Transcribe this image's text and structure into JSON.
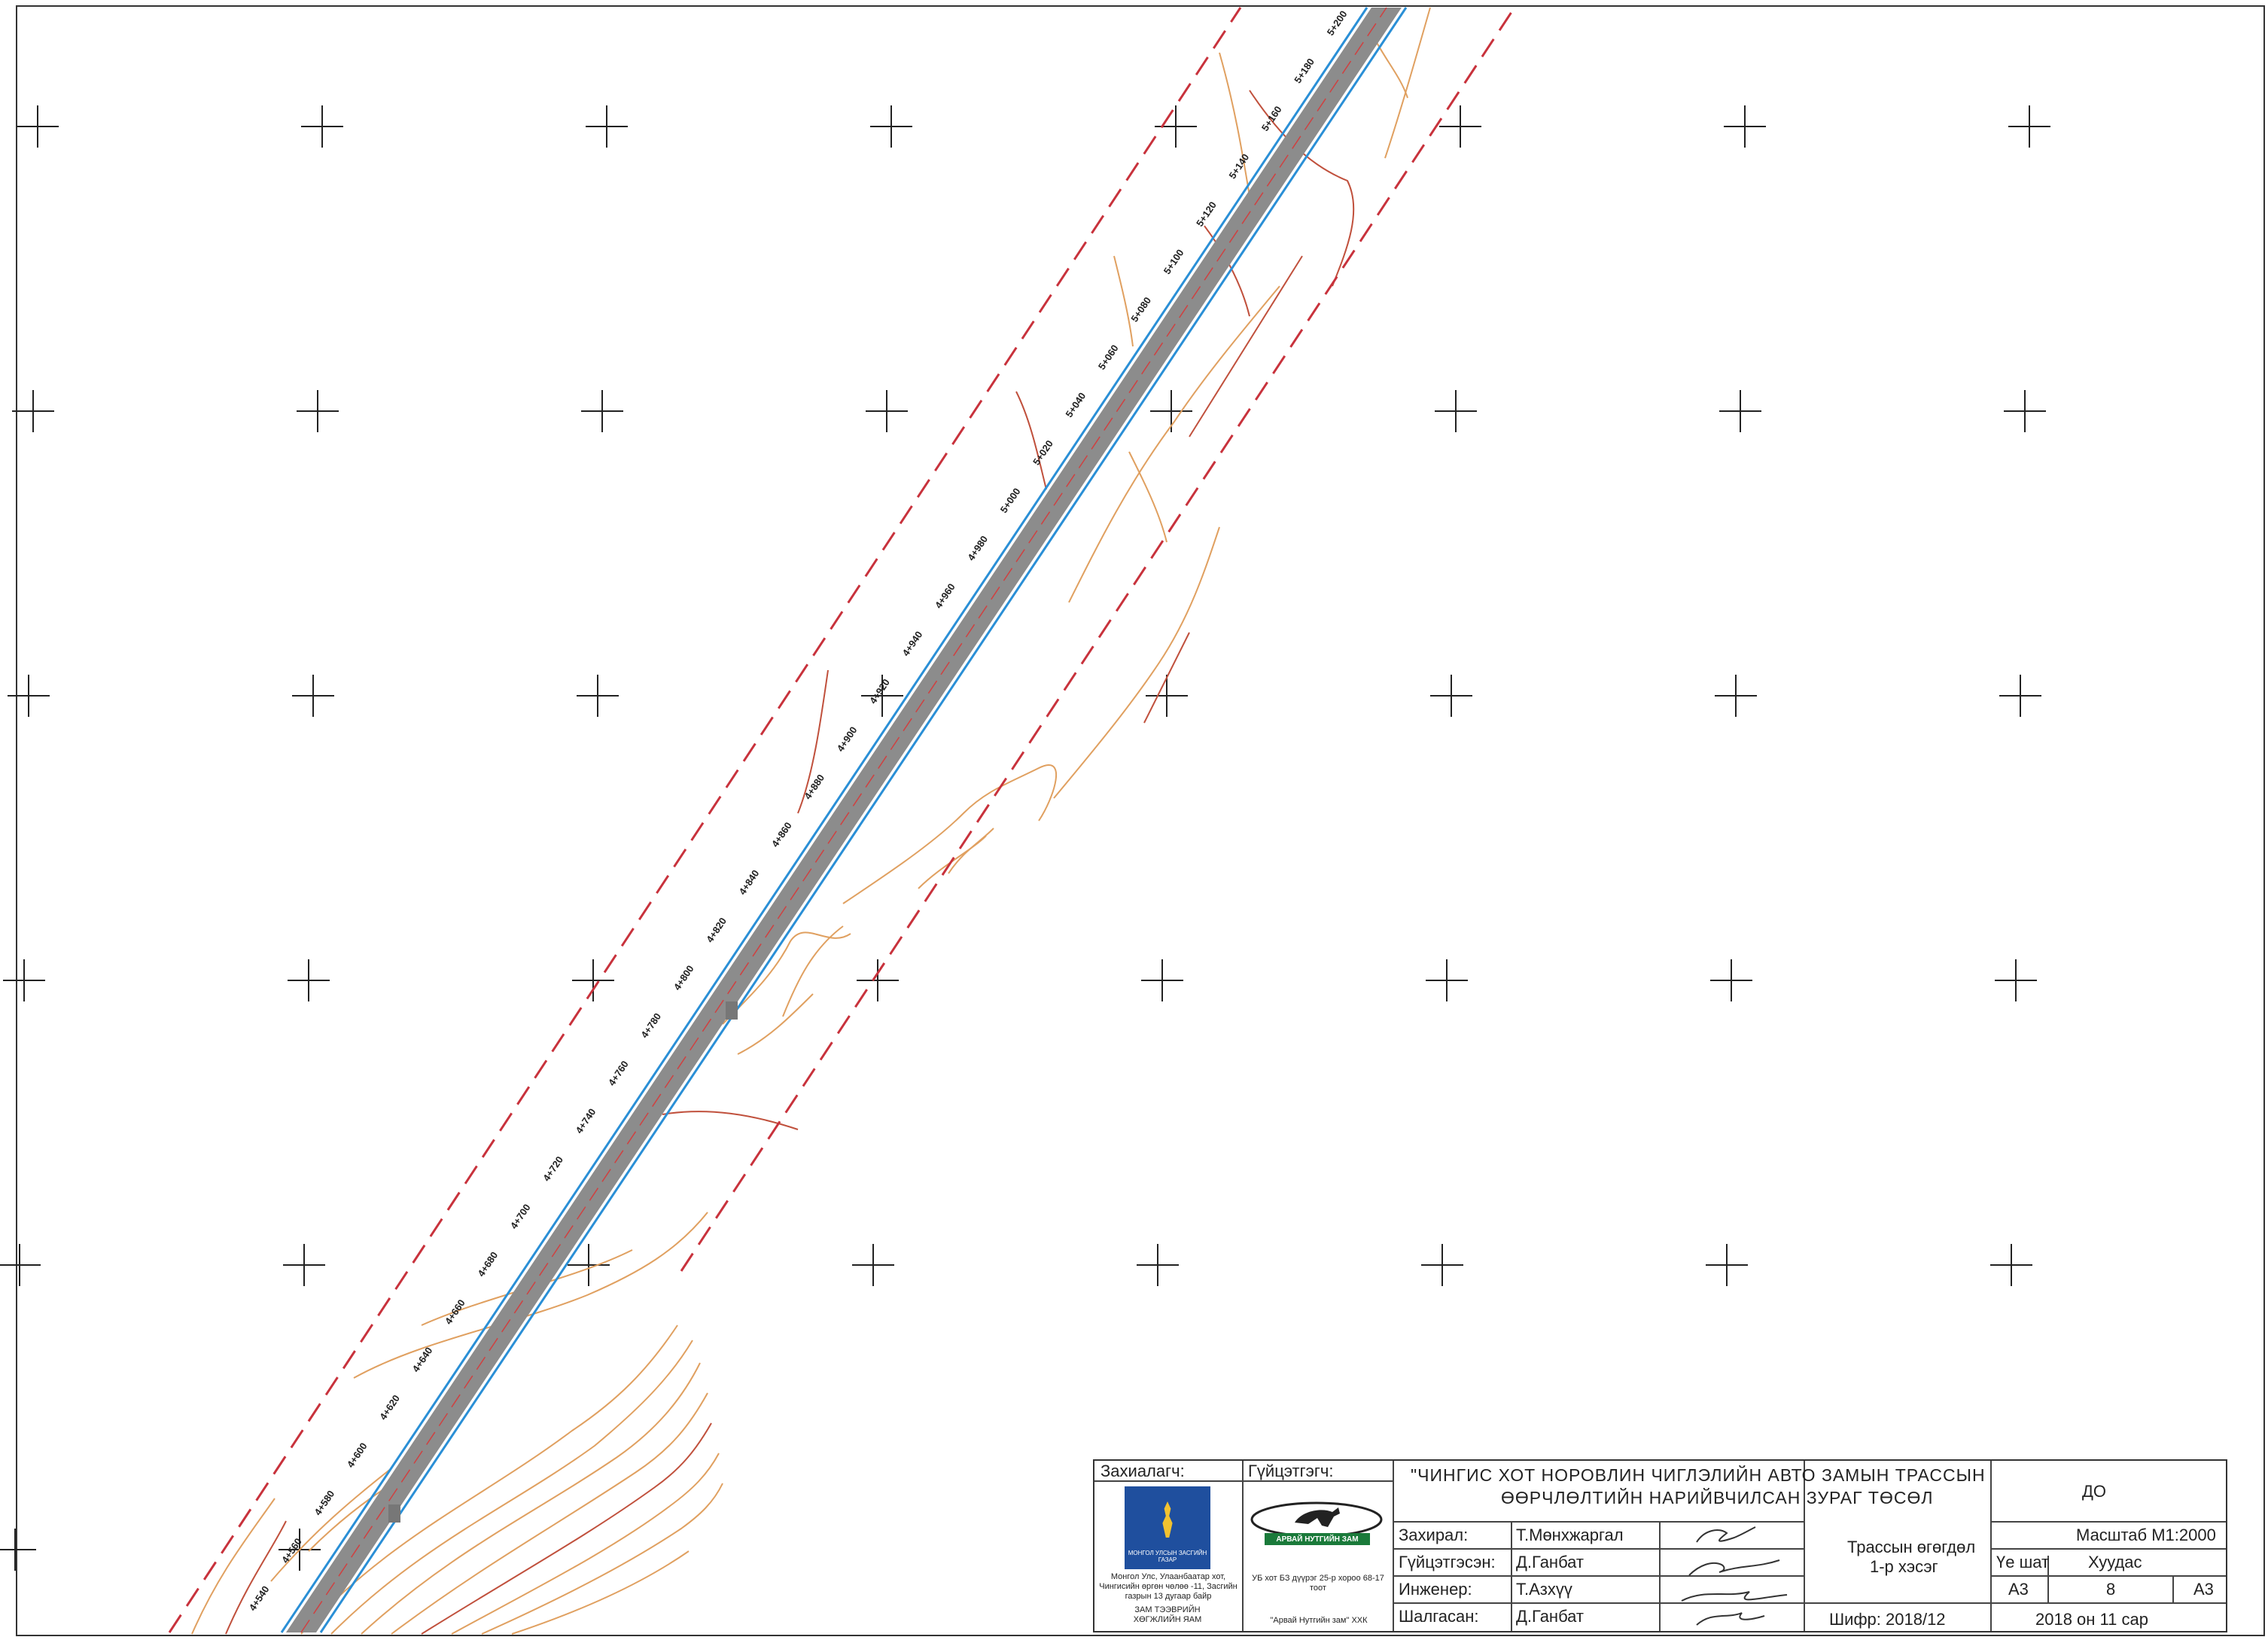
{
  "chainage_labels": [
    "4+540",
    "4+560",
    "4+580",
    "4+600",
    "4+620",
    "4+640",
    "4+660",
    "4+680",
    "4+700",
    "4+720",
    "4+740",
    "4+760",
    "4+780",
    "4+800",
    "4+820",
    "4+840",
    "4+860",
    "4+880",
    "4+900",
    "4+920",
    "4+940",
    "4+960",
    "4+980",
    "5+000",
    "5+020",
    "5+040",
    "5+060",
    "5+080",
    "5+100",
    "5+120",
    "5+140",
    "5+160",
    "5+180",
    "5+200"
  ],
  "title_block": {
    "customer_label": "Захиалагч:",
    "contractor_label": "Гүйцэтгэгч:",
    "project_title_1": "\"ЧИНГИС ХОТ НОРОВЛИН ЧИГЛЭЛИЙН АВТО ЗАМЫН  ТРАССЫН",
    "project_title_2": "ӨӨРЧЛӨЛТИЙН НАРИЙВЧИЛСАН ЗУРАГ ТӨСӨЛ",
    "stage_code": "ДО",
    "customer_logo_text": "МОНГОЛ УЛСЫН ЗАСГИЙН ГАЗАР",
    "customer_address": "Монгол Улс, Улаанбаатар хот, Чингисийн өргөн чөлөө -11, Засгийн газрын 13 дугаар байр",
    "customer_org": "ЗАМ ТЭЭВРИЙН ХӨГЖЛИЙН ЯАМ",
    "contractor_logo_text": "АРВАЙ НУТГИЙН ЗАМ",
    "contractor_address": "УБ хот БЗ дүүрэг 25-р хороо 68-17 тоот",
    "contractor_name": "\"Арвай Нутгийн зам\" ХХК",
    "roles": [
      {
        "role": "Захирал:",
        "name": "Т.Мөнхжаргал"
      },
      {
        "role": "Гүйцэтгэсэн:",
        "name": "Д.Ганбат"
      },
      {
        "role": "Инженер:",
        "name": "Т.Азхүү"
      },
      {
        "role": "Шалгасан:",
        "name": "Д.Ганбат"
      }
    ],
    "sheet_title_1": "Трассын өгөгдөл",
    "sheet_title_2": "1-р хэсэг",
    "cipher": "Шифр: 2018/12",
    "scale": "Масштаб  М1:2000",
    "stage_label": "Үе шат",
    "sheet_label": "Хуудас",
    "stage_value": "А3",
    "sheet_value": "8",
    "format_value": "А3",
    "date": "2018  он  11  сар"
  },
  "colors": {
    "road_fill": "#8c8c8c",
    "road_edge": "#2a8fd6",
    "right_of_way": "#c8323c",
    "contour_orange": "#e0a060",
    "contour_red": "#c0503c",
    "grid_cross": "#222222",
    "border": "#333333"
  }
}
